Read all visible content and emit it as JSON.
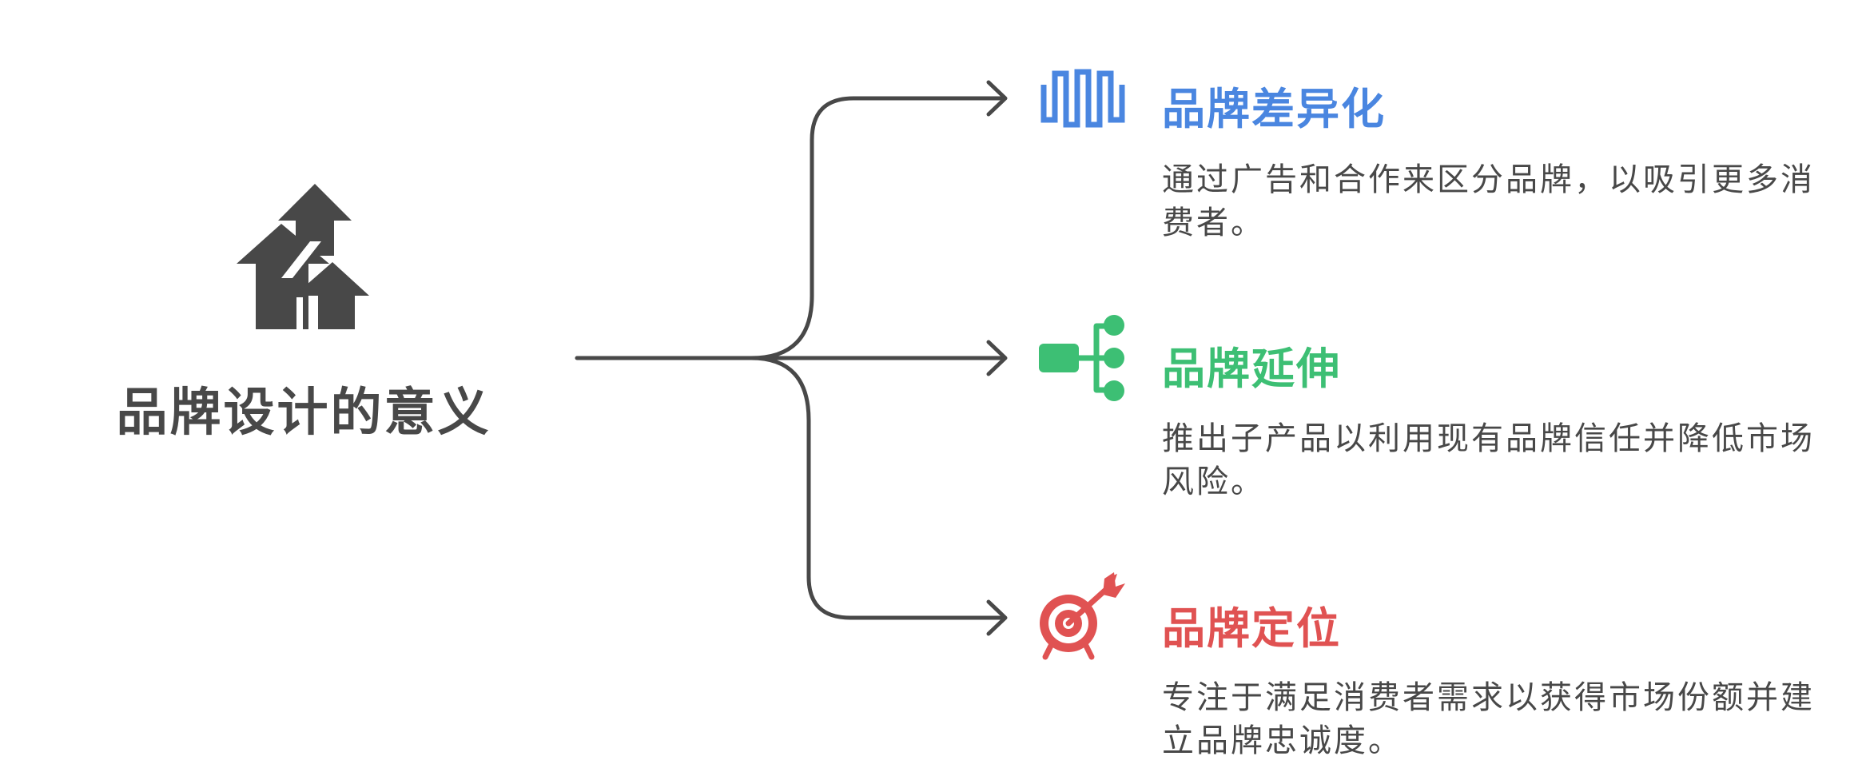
{
  "main": {
    "title": "品牌设计的意义",
    "icon": "growth-arrows-icon"
  },
  "branches": [
    {
      "title": "品牌差异化",
      "description": "通过广告和合作来区分品牌，以吸引更多消费者。",
      "color": "#4a86e0",
      "icon": "wave-pattern-icon"
    },
    {
      "title": "品牌延伸",
      "description": "推出子产品以利用现有品牌信任并降低市场风险。",
      "color": "#3dbf74",
      "icon": "branch-tree-icon"
    },
    {
      "title": "品牌定位",
      "description": "专注于满足消费者需求以获得市场份额并建立品牌忠诚度。",
      "color": "#e05252",
      "icon": "target-icon"
    }
  ],
  "colors": {
    "connector": "#484848",
    "text": "#484848"
  }
}
